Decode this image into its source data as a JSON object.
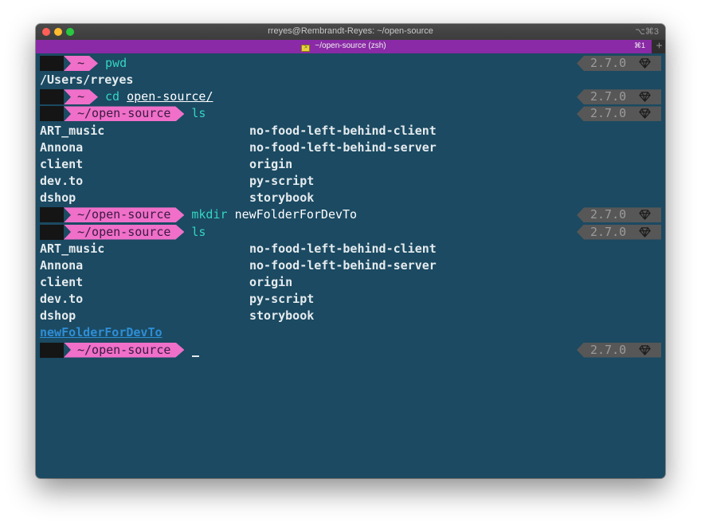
{
  "window": {
    "title": "rreyes@Rembrandt-Reyes: ~/open-source",
    "shortcut": "⌥⌘3"
  },
  "tab": {
    "title": "~/open-source (zsh)",
    "shortcut": "⌘1",
    "new_tab": "+"
  },
  "colors": {
    "background": "#1b4a62",
    "dir_segment": "#ef6fc9",
    "command": "#36d4c2",
    "tab_active": "#8a2aa6",
    "right_prompt": "#575757"
  },
  "prompt": {
    "os_icon": "",
    "right_version": "2.7.0",
    "right_icon": "ruby-gem-icon"
  },
  "lines": [
    {
      "type": "prompt",
      "dir": "~",
      "command": "pwd",
      "arg": "",
      "arg_underline": false,
      "right": true
    },
    {
      "type": "output",
      "text": "/Users/rreyes"
    },
    {
      "type": "prompt",
      "dir": "~",
      "command": "cd",
      "arg": "open-source/",
      "arg_underline": true,
      "right": true
    },
    {
      "type": "prompt",
      "dir": "~/open-source",
      "command": "ls",
      "arg": "",
      "arg_underline": false,
      "right": true
    },
    {
      "type": "columns",
      "left": "ART_music",
      "right": "no-food-left-behind-client"
    },
    {
      "type": "columns",
      "left": "Annona",
      "right": "no-food-left-behind-server"
    },
    {
      "type": "columns",
      "left": "client",
      "right": "origin"
    },
    {
      "type": "columns",
      "left": "dev.to",
      "right": "py-script"
    },
    {
      "type": "columns",
      "left": "dshop",
      "right": "storybook"
    },
    {
      "type": "prompt",
      "dir": "~/open-source",
      "command": "mkdir",
      "arg": "newFolderForDevTo",
      "arg_underline": false,
      "right": true
    },
    {
      "type": "prompt",
      "dir": "~/open-source",
      "command": "ls",
      "arg": "",
      "arg_underline": false,
      "right": true
    },
    {
      "type": "columns",
      "left": "ART_music",
      "right": "no-food-left-behind-client"
    },
    {
      "type": "columns",
      "left": "Annona",
      "right": "no-food-left-behind-server"
    },
    {
      "type": "columns",
      "left": "client",
      "right": "origin"
    },
    {
      "type": "columns",
      "left": "dev.to",
      "right": "py-script"
    },
    {
      "type": "columns",
      "left": "dshop",
      "right": "storybook"
    },
    {
      "type": "link",
      "text": "newFolderForDevTo"
    },
    {
      "type": "prompt",
      "dir": "~/open-source",
      "command": "",
      "arg": "",
      "arg_underline": false,
      "right": true,
      "cursor": true
    }
  ]
}
